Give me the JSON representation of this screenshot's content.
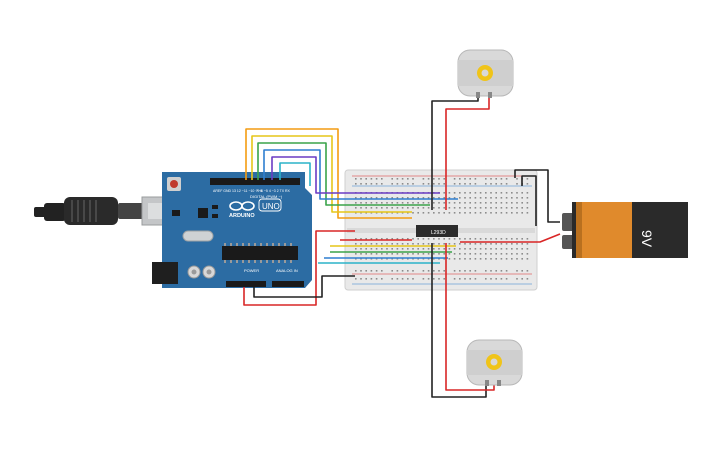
{
  "arduino": {
    "logo_text": "ARDUINO",
    "model_text": "UNO",
    "digital_label": "DIGITAL (PWM ~)",
    "analog_label": "ANALOG IN",
    "power_label": "POWER",
    "aref_label": "AREF",
    "gnd_label": "GND"
  },
  "driver": {
    "chip_label": "L293D"
  },
  "battery": {
    "voltage_label": "9V"
  },
  "colors": {
    "board": "#2c6ca3",
    "wire_red": "#d92626",
    "wire_black": "#222222",
    "wire_orange": "#f39c12",
    "wire_yellow": "#e6c619",
    "wire_green": "#3aa34a",
    "wire_blue": "#2f7fd0",
    "wire_purple": "#6a3cc4",
    "wire_cyan": "#2bb3c9",
    "battery_orange": "#e08a2c",
    "battery_black": "#2a2a2a"
  },
  "icons": [
    "usb-cable-icon",
    "dc-motor-icon",
    "battery-icon",
    "ic-chip-icon"
  ]
}
